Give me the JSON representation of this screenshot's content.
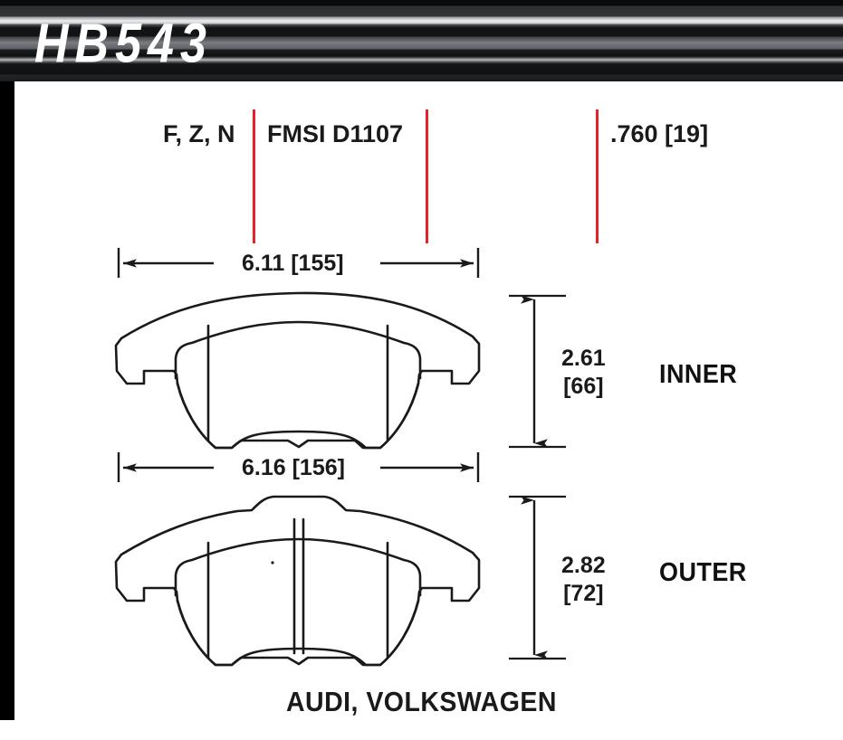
{
  "header": {
    "part_number": "HB543"
  },
  "spec_row": {
    "compound_codes": "F, Z, N",
    "fmsi_number": "FMSI D1107",
    "thickness": ".760 [19]",
    "tick_color": "#e8202a"
  },
  "dimensions": {
    "inner_width": "6.11 [155]",
    "outer_width": "6.16 [156]",
    "inner_height_in": "2.61",
    "inner_height_mm": "[66]",
    "outer_height_in": "2.82",
    "outer_height_mm": "[72]"
  },
  "labels": {
    "inner": "INNER",
    "outer": "OUTER"
  },
  "caption": {
    "vehicles": "AUDI, VOLKSWAGEN"
  },
  "colors": {
    "accent_red": "#e8202a",
    "ink": "#1a1a1a",
    "paper": "#ffffff",
    "frame": "#000000"
  }
}
